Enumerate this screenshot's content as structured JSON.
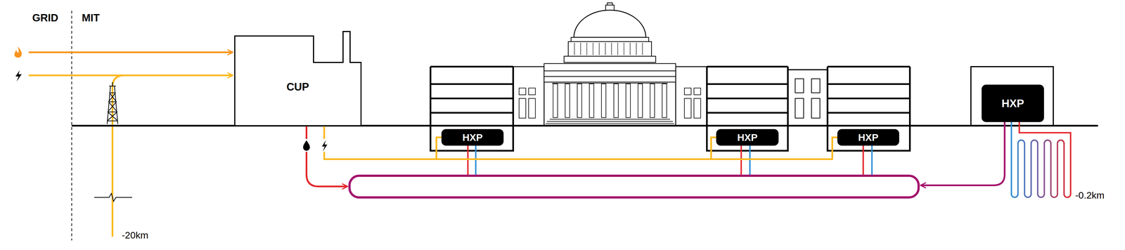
{
  "diagram": {
    "nodes": [
      {
        "text": [
          "CUP"
        ]
      },
      {
        "text": [
          "HXP"
        ]
      },
      {
        "text": [
          "HXP"
        ]
      },
      {
        "text": [
          "HXP"
        ]
      },
      {
        "text": [
          "HXP"
        ]
      }
    ],
    "edges": [
      {
        "from": 0,
        "to": 1,
        "arrow": "none"
      },
      {
        "from": 0,
        "to": 2,
        "arrow": "none"
      },
      {
        "from": 0,
        "to": 3,
        "arrow": "none"
      }
    ],
    "labels": [
      "GRID",
      "MIT",
      "-20km",
      "-0.2km"
    ]
  }
}
